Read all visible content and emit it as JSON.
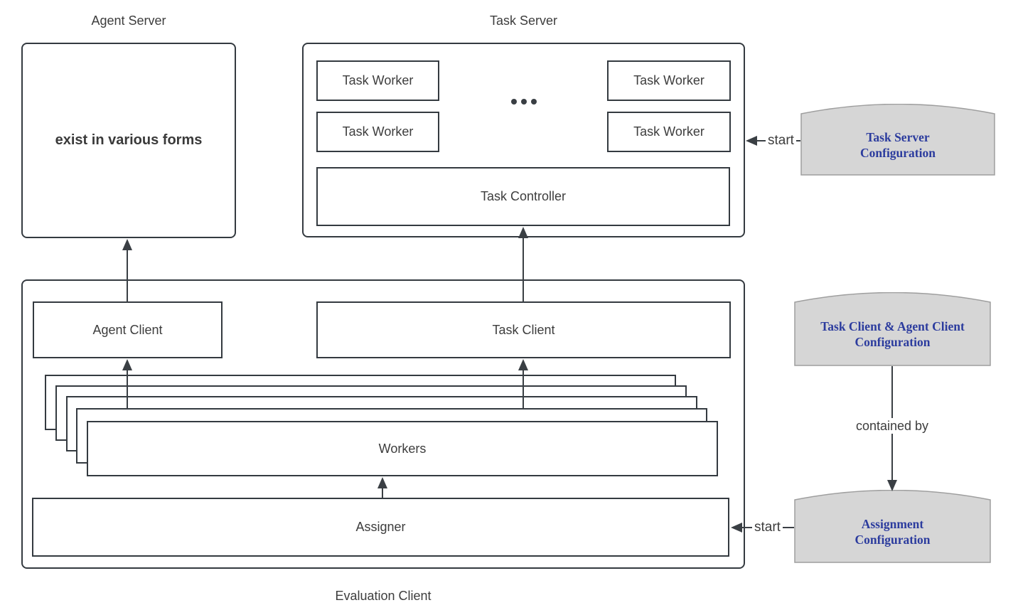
{
  "colors": {
    "line": "#3a3f44",
    "box_border": "#343a40",
    "text": "#3d3d3d",
    "config_fill": "#d6d6d6",
    "config_border": "#9e9e9e",
    "config_text": "#2c3c9e"
  },
  "agent_server": {
    "title": "Agent Server",
    "content": "exist in various forms"
  },
  "task_server": {
    "title": "Task Server",
    "worker_labels": [
      "Task Worker",
      "Task Worker",
      "Task Worker",
      "Task Worker"
    ],
    "controller_label": "Task Controller"
  },
  "evaluation_client": {
    "title": "Evaluation Client",
    "agent_client_label": "Agent Client",
    "task_client_label": "Task Client",
    "workers_label": "Workers",
    "assigner_label": "Assigner"
  },
  "configs": {
    "task_server": {
      "line1": "Task Server",
      "line2": "Configuration"
    },
    "clients": {
      "line1": "Task Client & Agent Client",
      "line2": "Configuration"
    },
    "assignment": {
      "line1": "Assignment",
      "line2": "Configuration"
    }
  },
  "edge_labels": {
    "start_task_server": "start",
    "start_assigner": "start",
    "contained_by": "contained by"
  }
}
